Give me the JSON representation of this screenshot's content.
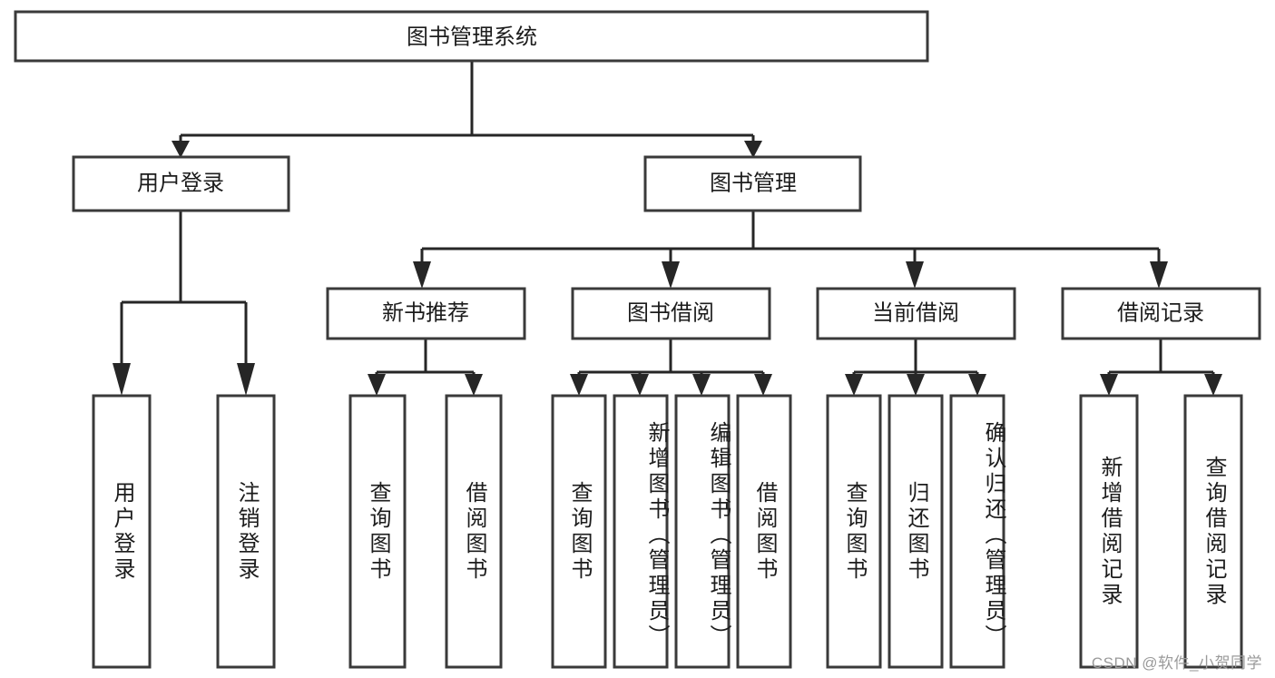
{
  "diagram": {
    "title": "图书管理系统",
    "type": "functional-structure-tree",
    "watermark": "CSDN @软件_小贺同学",
    "colors": {
      "box_stroke": "#3a3a3a",
      "connector": "#262626",
      "text": "#1c1c1c",
      "background": "#ffffff",
      "watermark": "#9a9a9a"
    },
    "levels": {
      "root": {
        "label": "图书管理系统"
      },
      "level2": [
        {
          "label": "用户登录"
        },
        {
          "label": "图书管理"
        }
      ],
      "level3": [
        {
          "label": "新书推荐"
        },
        {
          "label": "图书借阅"
        },
        {
          "label": "当前借阅"
        },
        {
          "label": "借阅记录"
        }
      ],
      "level4": {
        "under_user_login": [
          {
            "label": "用户登录"
          },
          {
            "label": "注销登录"
          }
        ],
        "under_new_book": [
          {
            "label": "查询图书"
          },
          {
            "label": "借阅图书"
          }
        ],
        "under_borrow": [
          {
            "label": "查询图书"
          },
          {
            "label": "新增图书（管理员）"
          },
          {
            "label": "编辑图书（管理员）"
          },
          {
            "label": "借阅图书"
          }
        ],
        "under_current": [
          {
            "label": "查询图书"
          },
          {
            "label": "归还图书"
          },
          {
            "label": "确认归还（管理员）"
          }
        ],
        "under_records": [
          {
            "label": "新增借阅记录"
          },
          {
            "label": "查询借阅记录"
          }
        ]
      }
    }
  }
}
